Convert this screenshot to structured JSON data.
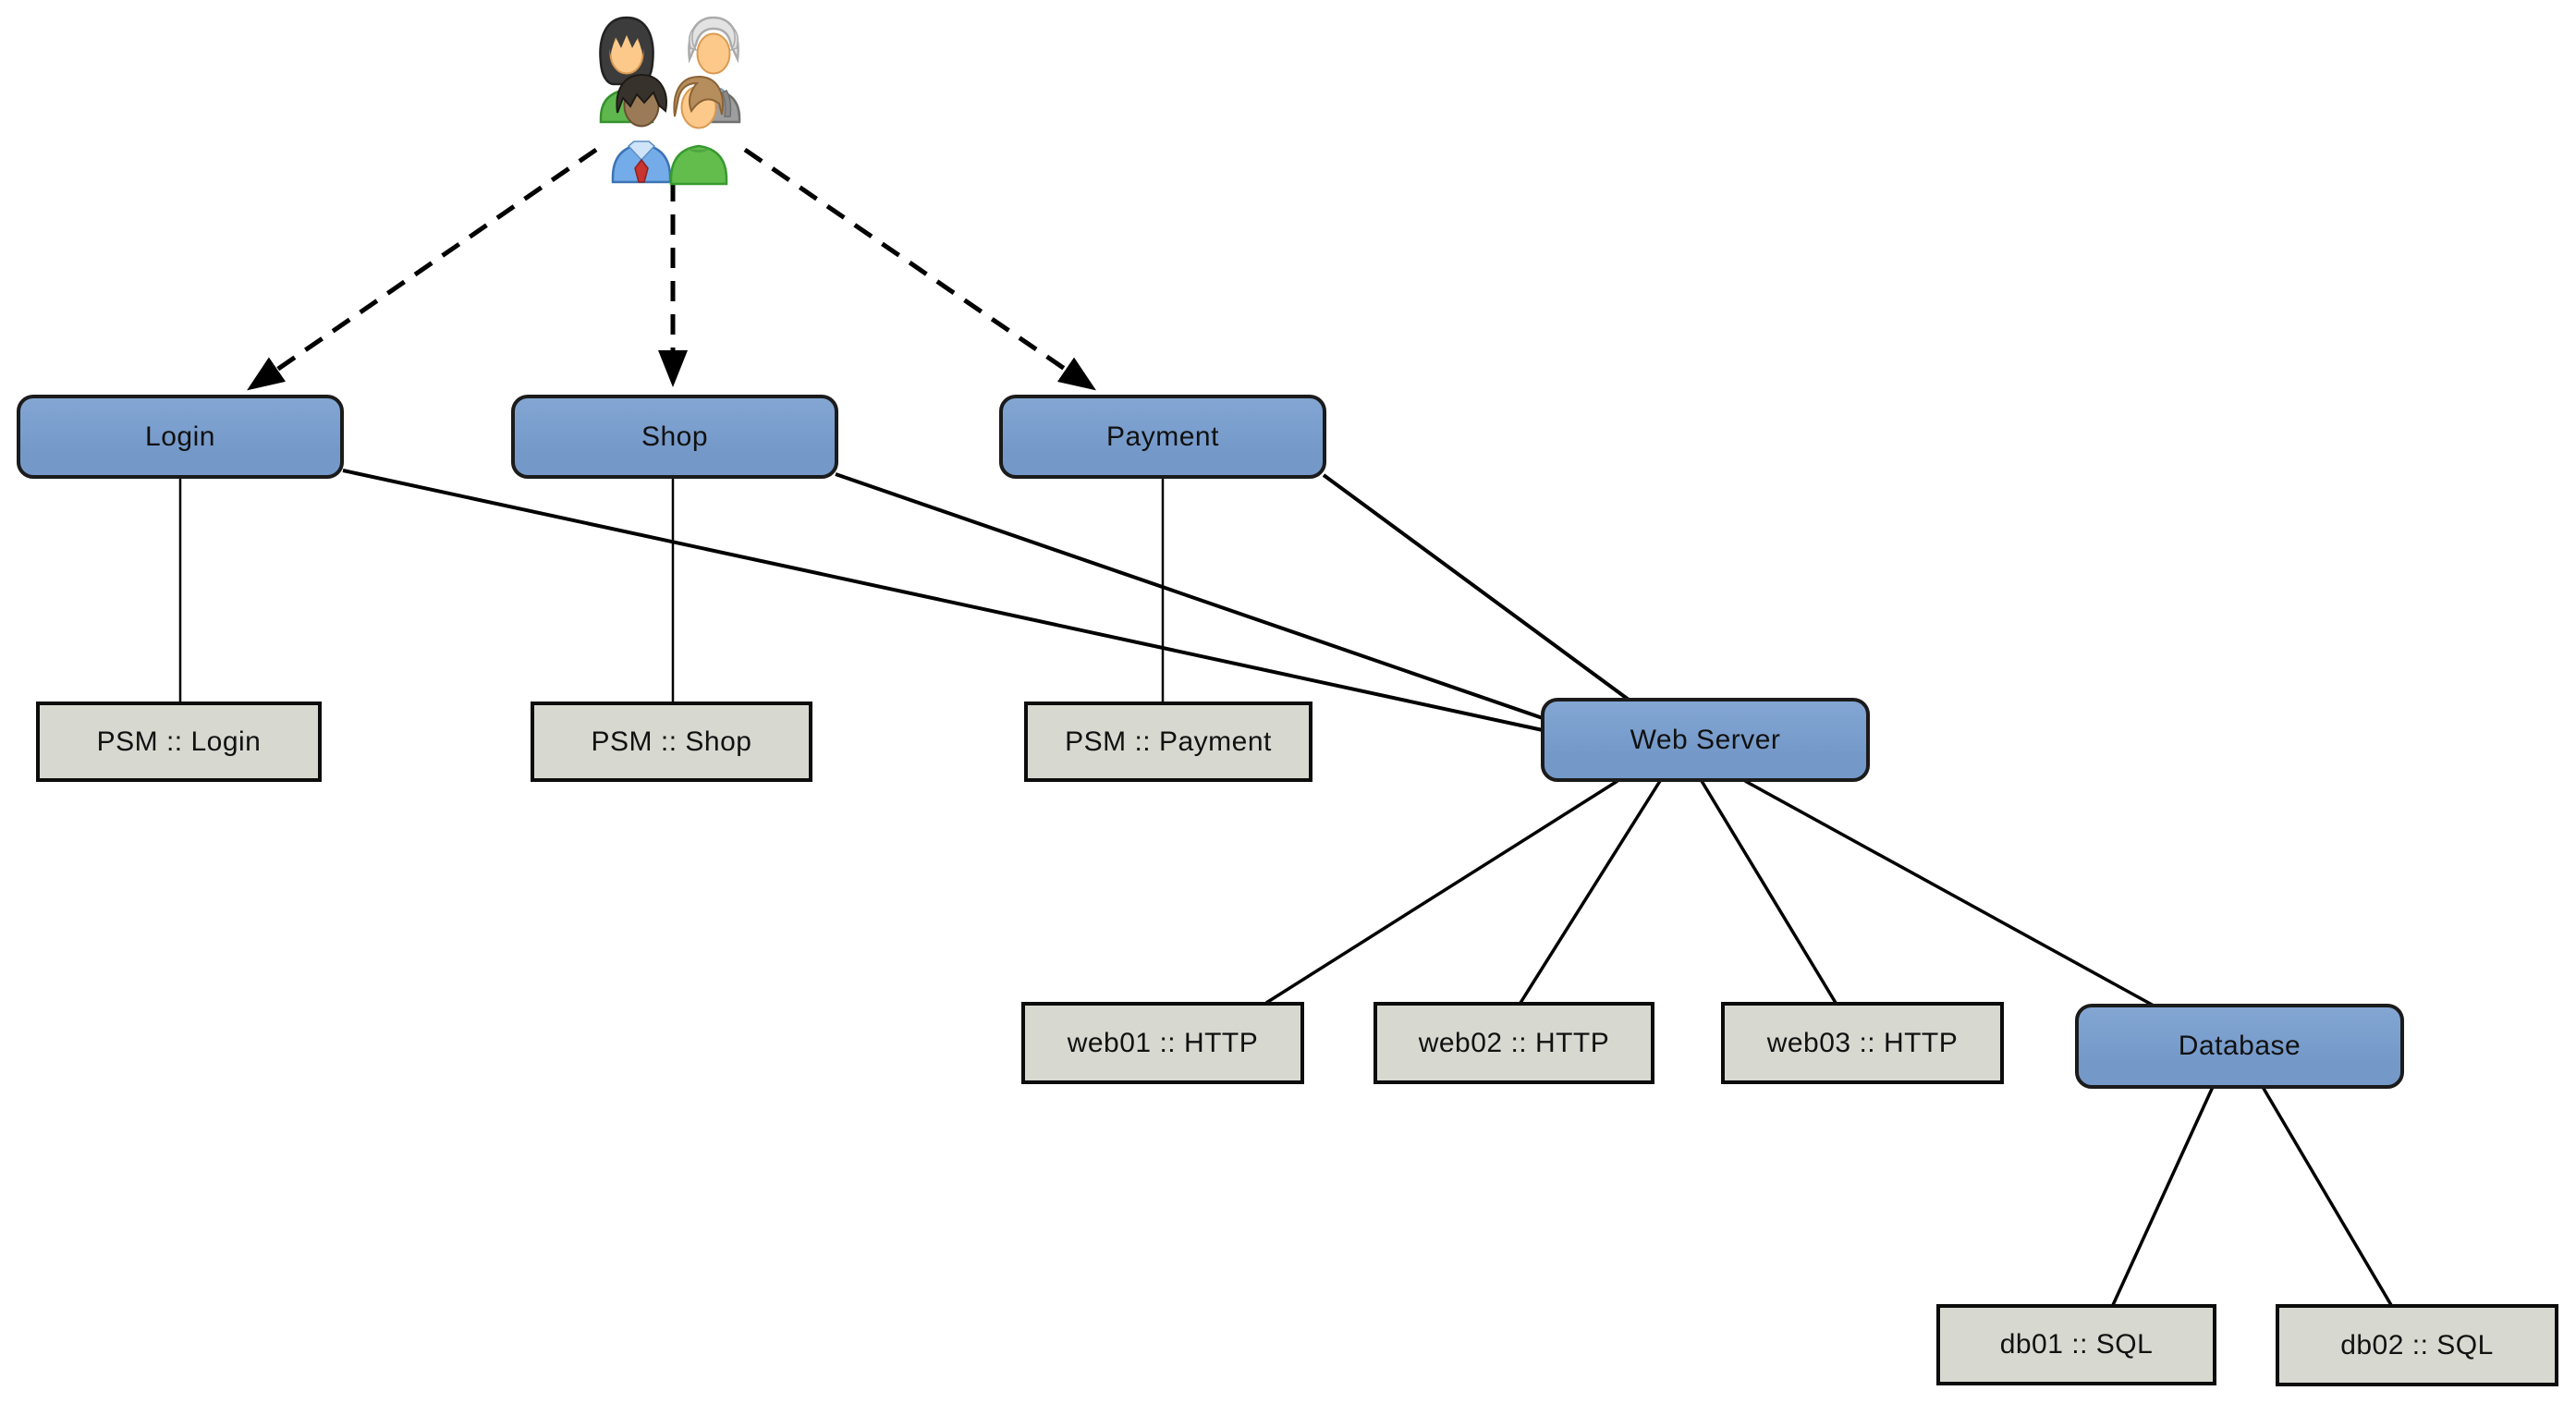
{
  "diagram": {
    "title": "service dependency diagram",
    "colors": {
      "service_fill": "#7499C9",
      "service_fill_light": "#83A6D3",
      "service_border": "#1B1B1B",
      "host_fill": "#D7D9D0",
      "host_border": "#0C0C0C",
      "edge": "#000000",
      "background": "#FFFFFF"
    },
    "nodes": {
      "users": {
        "icon": "users-group-icon",
        "label": ""
      },
      "login": {
        "label": "Login",
        "type": "service"
      },
      "shop": {
        "label": "Shop",
        "type": "service"
      },
      "payment": {
        "label": "Payment",
        "type": "service"
      },
      "psm_login": {
        "label": "PSM :: Login",
        "type": "host"
      },
      "psm_shop": {
        "label": "PSM :: Shop",
        "type": "host"
      },
      "psm_payment": {
        "label": "PSM :: Payment",
        "type": "host"
      },
      "web_server": {
        "label": "Web Server",
        "type": "service"
      },
      "web01": {
        "label": "web01 :: HTTP",
        "type": "host"
      },
      "web02": {
        "label": "web02 :: HTTP",
        "type": "host"
      },
      "web03": {
        "label": "web03 :: HTTP",
        "type": "host"
      },
      "database": {
        "label": "Database",
        "type": "service"
      },
      "db01": {
        "label": "db01 :: SQL",
        "type": "host"
      },
      "db02": {
        "label": "db02 :: SQL",
        "type": "host"
      }
    },
    "edges": [
      {
        "from": "users",
        "to": "login",
        "style": "dashed-arrow"
      },
      {
        "from": "users",
        "to": "shop",
        "style": "dashed-arrow"
      },
      {
        "from": "users",
        "to": "payment",
        "style": "dashed-arrow"
      },
      {
        "from": "login",
        "to": "psm_login",
        "style": "solid"
      },
      {
        "from": "shop",
        "to": "psm_shop",
        "style": "solid"
      },
      {
        "from": "payment",
        "to": "psm_payment",
        "style": "solid"
      },
      {
        "from": "login",
        "to": "web_server",
        "style": "solid"
      },
      {
        "from": "shop",
        "to": "web_server",
        "style": "solid"
      },
      {
        "from": "payment",
        "to": "web_server",
        "style": "solid"
      },
      {
        "from": "web_server",
        "to": "web01",
        "style": "solid"
      },
      {
        "from": "web_server",
        "to": "web02",
        "style": "solid"
      },
      {
        "from": "web_server",
        "to": "web03",
        "style": "solid"
      },
      {
        "from": "web_server",
        "to": "database",
        "style": "solid"
      },
      {
        "from": "database",
        "to": "db01",
        "style": "solid"
      },
      {
        "from": "database",
        "to": "db02",
        "style": "solid"
      }
    ]
  }
}
